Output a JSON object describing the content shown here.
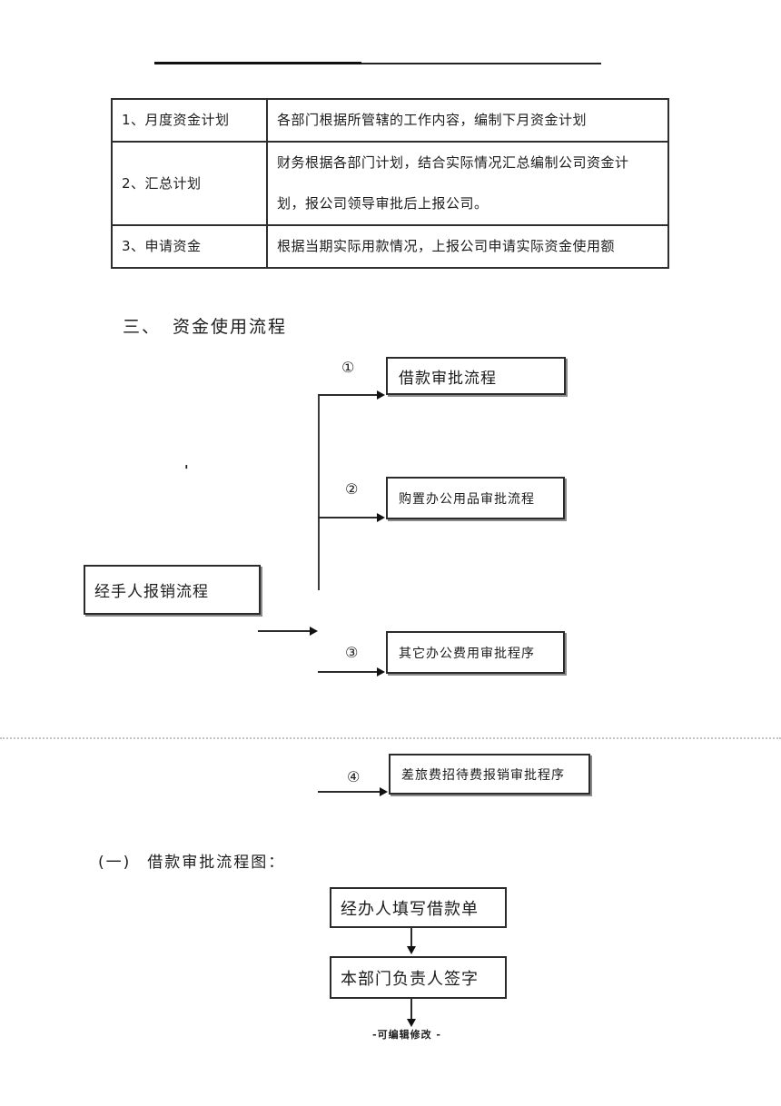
{
  "table": {
    "rows": [
      {
        "label": "1、月度资金计划",
        "desc": "各部门根据所管辖的工作内容，编制下月资金计划"
      },
      {
        "label": "2、汇总计划",
        "desc": "财务根据各部门计划，结合实际情况汇总编制公司资金计\n划，报公司领导审批后上报公司。"
      },
      {
        "label": "3、申请资金",
        "desc": "根据当期实际用款情况，上报公司申请实际资金使用额"
      }
    ]
  },
  "section": {
    "num": "三、",
    "title": "资金使用流程"
  },
  "flowchart": {
    "source_box": "经手人报销流程",
    "tick": "'",
    "branches": [
      {
        "num": "①",
        "label": "借款审批流程"
      },
      {
        "num": "②",
        "label": "购置办公用品审批流程"
      },
      {
        "num": "③",
        "label": "其它办公费用审批程序"
      },
      {
        "num": "④",
        "label": "差旅费招待费报销审批程序"
      }
    ]
  },
  "subsection": {
    "num": "(一)",
    "title": "借款审批流程图："
  },
  "loan_flow": {
    "steps": [
      "经办人填写借款单",
      "本部门负责人签字"
    ]
  },
  "footer": {
    "text": "-可编辑修改 -"
  }
}
